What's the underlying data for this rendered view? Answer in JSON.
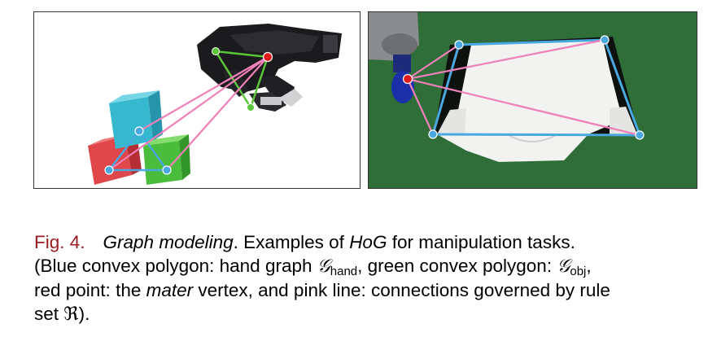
{
  "caption": {
    "fig_label": "Fig. 4.",
    "title": "Graph modeling",
    "line1_a": ". Examples of ",
    "hog": "HoG",
    "line1_b": " for manipulation tasks.",
    "line2_a": "(Blue convex polygon: hand graph ",
    "g_symbol": "𝒢",
    "sub_hand": "hand",
    "line2_b": ", green convex polygon: ",
    "sub_obj": "obj",
    "line2_c": ",",
    "line3_a": "red point: the ",
    "mater": "mater",
    "line3_b": " vertex, and pink line: connections governed by rule",
    "line4_a": "set ",
    "rule_symbol": "ℜ",
    "line4_b": ")."
  },
  "colors": {
    "blue_polygon": "#4aa8e0",
    "green_polygon": "#5cc43a",
    "red_point": "#e01a1a",
    "pink_line": "#f080b8",
    "fig_label": "#9a1c22"
  }
}
